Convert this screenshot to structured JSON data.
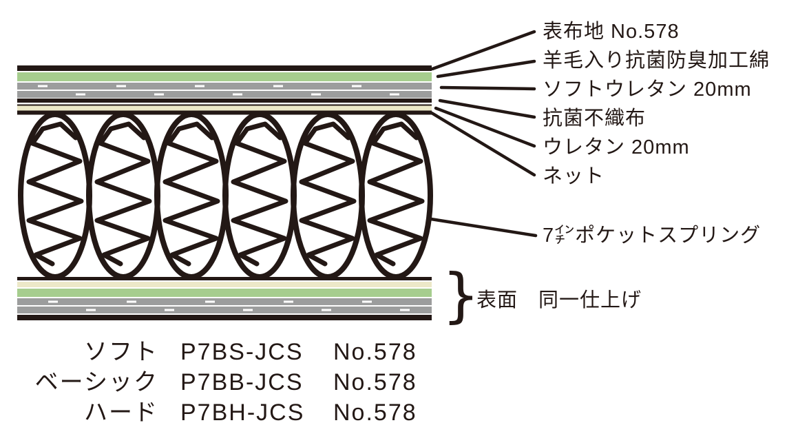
{
  "colors": {
    "ink": "#231815",
    "green": "#a6cd8e",
    "gray": "#9c9d9d",
    "cream": "#ece8c8"
  },
  "labels": {
    "top_fabric": "表布地 No.578",
    "wool_cotton": "羊毛入り抗菌防臭加工綿",
    "soft_urethane": "ソフトウレタン 20mm",
    "nonwoven": "抗菌不織布",
    "urethane": "ウレタン 20mm",
    "net": "ネット",
    "pocket_spring": "7㌅ポケットスプリング",
    "surface": "表面　同一仕上げ"
  },
  "models": [
    {
      "name": "ソフト",
      "code": "P7BS-JCS",
      "number": "No.578"
    },
    {
      "name": "ベーシック",
      "code": "P7BB-JCS",
      "number": "No.578"
    },
    {
      "name": "ハード",
      "code": "P7BH-JCS",
      "number": "No.578"
    }
  ]
}
